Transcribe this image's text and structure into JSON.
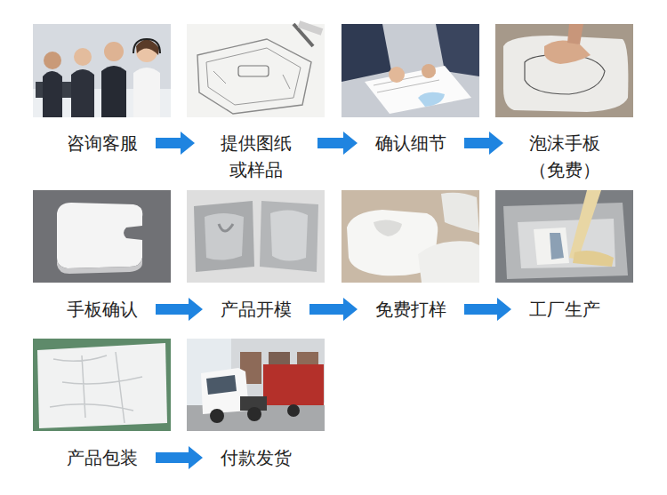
{
  "diagram": {
    "nodes": [
      {
        "text": [
          "咨询客服"
        ]
      },
      {
        "text": [
          "提供图纸 或样品"
        ]
      },
      {
        "text": [
          "确认细节"
        ]
      },
      {
        "text": [
          "泡沫手板 （免费）"
        ]
      },
      {
        "text": [
          "手板确认"
        ]
      },
      {
        "text": [
          "产品开模"
        ]
      },
      {
        "text": [
          "免费打样"
        ]
      },
      {
        "text": [
          "工厂生产"
        ]
      },
      {
        "text": [
          "产品包装"
        ]
      },
      {
        "text": [
          "付款发货"
        ]
      }
    ],
    "edges": [
      {
        "from": 0,
        "to": 1,
        "arrow": "to"
      },
      {
        "from": 1,
        "to": 2,
        "arrow": "to"
      },
      {
        "from": 2,
        "to": 3,
        "arrow": "to"
      },
      {
        "from": 4,
        "to": 5,
        "arrow": "to"
      },
      {
        "from": 5,
        "to": 6,
        "arrow": "to"
      },
      {
        "from": 6,
        "to": 7,
        "arrow": "to"
      },
      {
        "from": 8,
        "to": 9,
        "arrow": "to"
      }
    ]
  }
}
